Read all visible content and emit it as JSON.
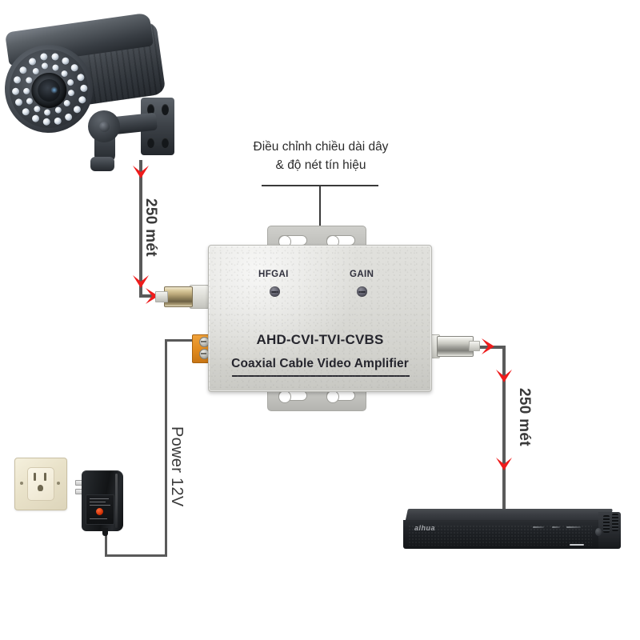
{
  "diagram": {
    "title": "Coaxial Cable Video Amplifier connection diagram",
    "background_color": "#ffffff",
    "accent_color": "#ee1c1c",
    "wire_color": "#5a5a5a"
  },
  "annotations": {
    "adjust_note_line1": "Điều chỉnh chiều dài dây",
    "adjust_note_line2": "& độ nét tín hiệu",
    "distance_camera_to_amp": "250 mét",
    "distance_amp_to_dvr": "250 mét",
    "power_label": "Power 12V"
  },
  "amplifier": {
    "brand_line": "AHD-CVI-TVI-CVBS",
    "product_line": "Coaxial Cable Video Amplifier",
    "pot_left_label": "HFGAI",
    "pot_right_label": "GAIN",
    "body_color": "#dcdcd8",
    "bracket_color": "#c2c2be",
    "terminal_block_color": "#e08a1e",
    "led_color": "#d21f10"
  },
  "devices": {
    "camera_name": "bullet-cctv-camera",
    "dvr_name": "dahua-dvr-recorder",
    "dvr_brand": "alhua",
    "adapter_name": "power-adapter-12v",
    "outlet_name": "wall-power-outlet"
  }
}
